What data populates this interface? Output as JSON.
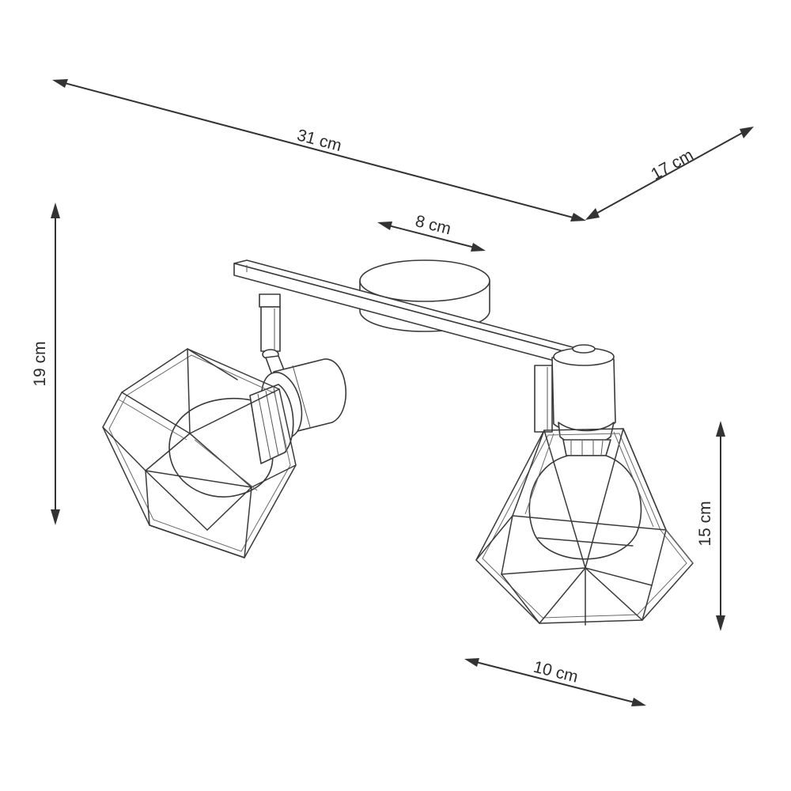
{
  "dimensions": {
    "length": "31 cm",
    "depth": "17 cm",
    "base_diameter": "8 cm",
    "height": "19 cm",
    "shade_height": "15 cm",
    "shade_width": "10 cm"
  },
  "colors": {
    "line": "#333333",
    "background": "#ffffff"
  }
}
